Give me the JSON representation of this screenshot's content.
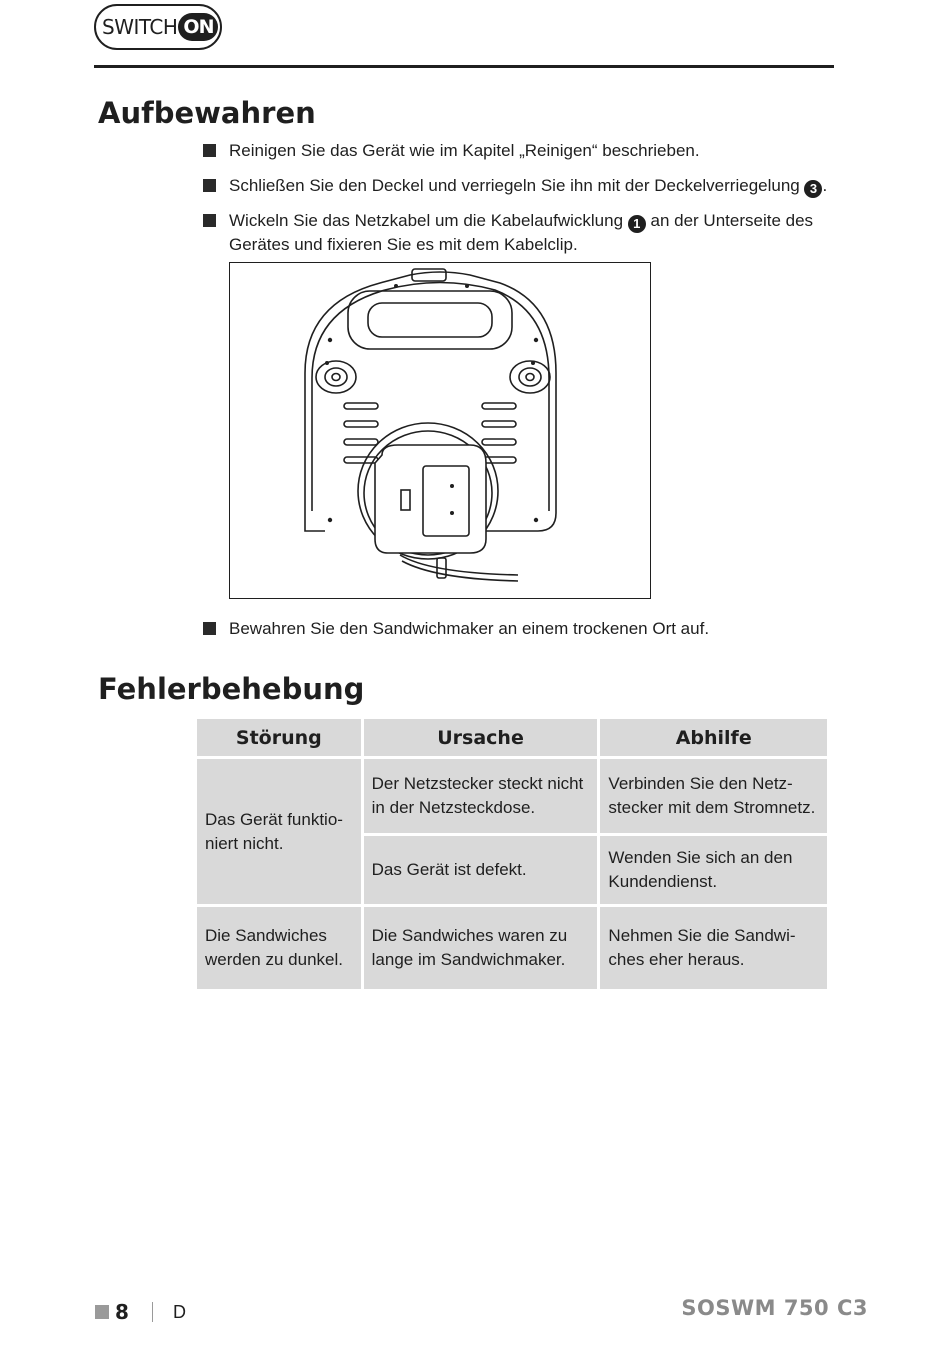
{
  "logo": {
    "text_left": "SWITCH",
    "text_right": "ON"
  },
  "section_storage": {
    "title": "Aufbewahren",
    "steps": [
      {
        "text": "Reinigen Sie das Gerät wie im Kapitel „Reinigen“ beschrieben."
      },
      {
        "text_before": "Schließen Sie den Deckel und verriegeln Sie ihn mit der Deckelverriegelung",
        "badge": "3",
        "text_after": "."
      },
      {
        "text_before": "Wickeln Sie das Netzkabel um die Kabelaufwicklung",
        "badge": "1",
        "text_after": "an der Unterseite des Gerätes und fixieren Sie es mit dem Kabelclip."
      },
      {
        "text": "Bewahren Sie den Sandwichmaker an einem trockenen Ort auf."
      }
    ]
  },
  "section_troubleshooting": {
    "title": "Fehlerbehebung",
    "headers": [
      "Störung",
      "Ursache",
      "Abhilfe"
    ],
    "rows": [
      {
        "fault": "Das Gerät funktio-niert nicht.",
        "cause": "Der Netzstecker steckt nicht in der Netzsteckdose.",
        "remedy": "Verbinden Sie den Netz-stecker mit dem Stromnetz."
      },
      {
        "cause": "Das Gerät ist defekt.",
        "remedy": "Wenden Sie sich an den Kundendienst."
      },
      {
        "fault": "Die Sandwiches werden zu dunkel.",
        "cause": "Die Sandwiches waren zu lange im Sandwichmaker.",
        "remedy": "Nehmen Sie die Sandwi-ches eher heraus."
      }
    ]
  },
  "footer": {
    "page": "8",
    "lang": "D",
    "model": "SOSWM 750 C3"
  }
}
